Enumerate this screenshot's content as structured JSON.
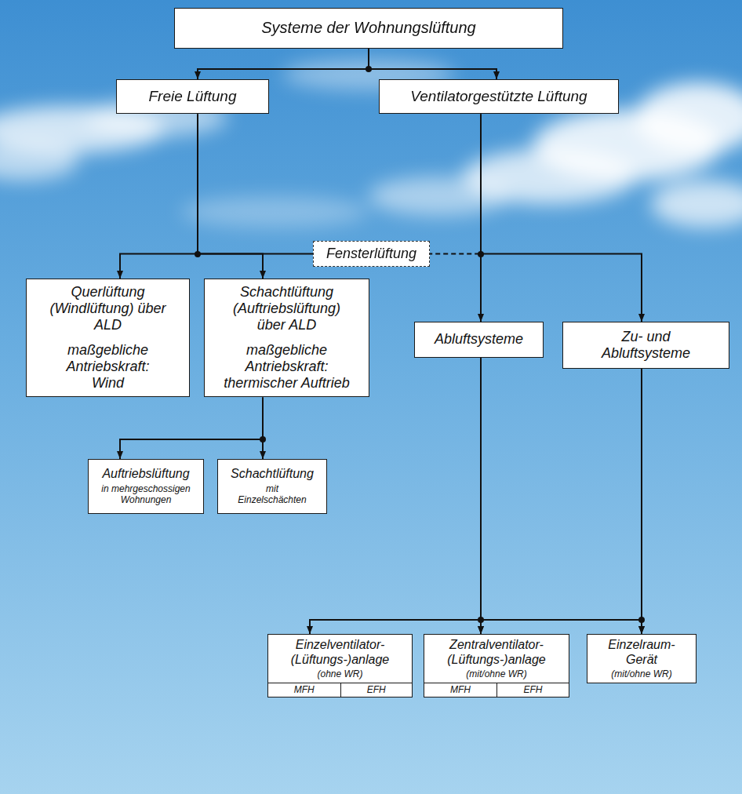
{
  "diagram": {
    "nodes": [
      {
        "text": [
          "Systeme der Wohnungslüftung"
        ]
      },
      {
        "text": [
          "Freie Lüftung"
        ]
      },
      {
        "text": [
          "Ventilatorgestützte Lüftung"
        ]
      },
      {
        "text": [
          "Fensterlüftung"
        ]
      },
      {
        "text": [
          "Querlüftung (Windlüftung) über ALD",
          "maßgebliche Antriebskraft: Wind"
        ]
      },
      {
        "text": [
          "Schachtlüftung (Auftriebslüftung) über ALD",
          "maßgebliche Antriebskraft: thermischer Auftrieb"
        ]
      },
      {
        "text": [
          "Abluftsysteme"
        ]
      },
      {
        "text": [
          "Zu- und Abluftsysteme"
        ]
      },
      {
        "text": [
          "Auftriebslüftung",
          "in mehrgeschossigen Wohnungen"
        ]
      },
      {
        "text": [
          "Schachtlüftung",
          "mit Einzelschächten"
        ]
      },
      {
        "text": [
          "Einzelventilator-(Lüftungs-)anlage",
          "(ohne WR)"
        ]
      },
      {
        "text": [
          "MFH"
        ],
        "in": 10
      },
      {
        "text": [
          "EFH"
        ],
        "in": 10
      },
      {
        "text": [
          "Zentralventilator-(Lüftungs-)anlage",
          "(mit/ohne WR)"
        ]
      },
      {
        "text": [
          "MFH"
        ],
        "in": 13
      },
      {
        "text": [
          "EFH"
        ],
        "in": 13
      },
      {
        "text": [
          "Einzelraum-Gerät",
          "(mit/ohne WR)"
        ]
      }
    ],
    "edges": [
      {
        "from": 0,
        "to": 1,
        "arrow": "to"
      },
      {
        "from": 0,
        "to": 2,
        "arrow": "to"
      },
      {
        "from": 1,
        "to": 3,
        "arrow": "none"
      },
      {
        "from": 2,
        "to": 3,
        "arrow": "none"
      },
      {
        "from": 1,
        "to": 4,
        "arrow": "to"
      },
      {
        "from": 1,
        "to": 5,
        "arrow": "to"
      },
      {
        "from": 2,
        "to": 6,
        "arrow": "to"
      },
      {
        "from": 2,
        "to": 7,
        "arrow": "to"
      },
      {
        "from": 5,
        "to": 8,
        "arrow": "to"
      },
      {
        "from": 5,
        "to": 9,
        "arrow": "to"
      },
      {
        "from": 6,
        "to": 10,
        "arrow": "to"
      },
      {
        "from": 6,
        "to": 13,
        "arrow": "to"
      },
      {
        "from": 6,
        "to": 16,
        "arrow": "to"
      },
      {
        "from": 7,
        "to": 13,
        "arrow": "to"
      },
      {
        "from": 7,
        "to": 16,
        "arrow": "to"
      }
    ]
  }
}
